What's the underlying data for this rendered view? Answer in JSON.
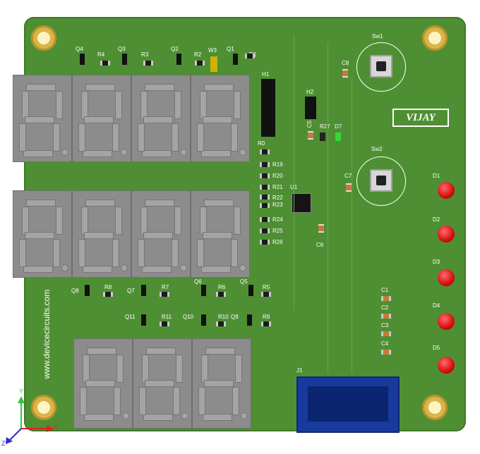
{
  "board": {
    "title": "VIJAY",
    "watermark": "www.devicecircuits.com",
    "colors": {
      "pcb": "#4f8f33",
      "silk": "#ffffff",
      "seven_seg": "#8c8c8c",
      "led": "#d50d0d"
    }
  },
  "labels": {
    "q4": "Q4",
    "r4": "R4",
    "q3": "Q3",
    "r3": "R3",
    "q2": "Q2",
    "r2": "R2",
    "w3": "W3",
    "q1": "Q1",
    "r1": "R1",
    "h1": "H1",
    "h2": "H2",
    "r0": "R0",
    "r19": "R19",
    "r20": "R20",
    "r21": "R21",
    "r22": "R22",
    "r23": "R23",
    "r24": "R24",
    "r25": "R25",
    "r26": "R26",
    "u1": "U1",
    "c6": "C6",
    "c5": "C5",
    "r27": "R27",
    "d7": "D7",
    "c7": "C7",
    "c8": "C8",
    "sw1": "Sw1",
    "sw2": "Sw2",
    "d1": "D1",
    "d2": "D2",
    "d3": "D3",
    "d4": "D4",
    "d5": "D5",
    "q8": "Q8",
    "r8": "R8",
    "q7": "Q7",
    "r7": "R7",
    "q6": "Q6",
    "r6": "R6",
    "q5": "Q5",
    "r5": "R5",
    "q11": "Q11",
    "r11": "R11",
    "q10": "Q10",
    "r10": "R10",
    "q9": "Q9",
    "r9": "R9",
    "c1": "C1",
    "c2": "C2",
    "c3": "C3",
    "c4": "C4",
    "j1": "J1"
  },
  "axes": {
    "y": "Y",
    "z": "Z",
    "x": "X"
  }
}
